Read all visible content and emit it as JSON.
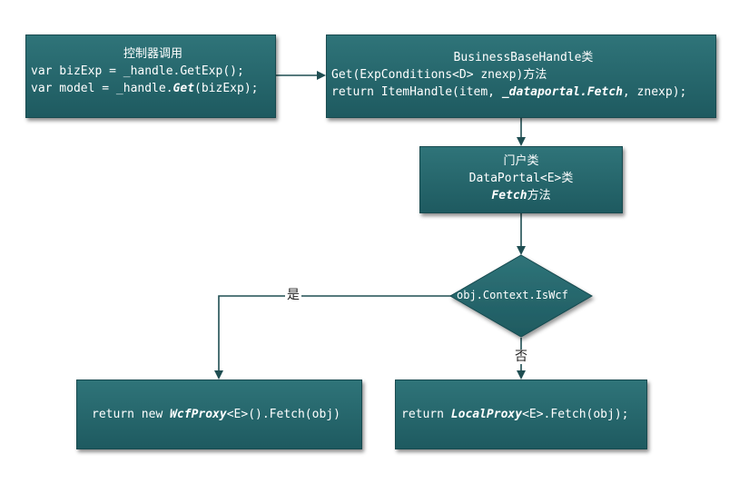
{
  "caller": {
    "title": "控制器调用",
    "line1": "var bizExp = _handle.GetExp();",
    "line2_pre": "var model = _handle.",
    "line2_em": "Get",
    "line2_post": "(bizExp);"
  },
  "business": {
    "title": "BusinessBaseHandle类",
    "line1": "Get(ExpConditions<D> znexp)方法",
    "line2_pre": "return ItemHandle(item, ",
    "line2_em": "_dataportal.Fetch",
    "line2_post": ", znexp);"
  },
  "portal": {
    "line1": "门户类",
    "line2": "DataPortal<E>类",
    "line3_em": "Fetch",
    "line3_post": "方法"
  },
  "decision": {
    "text": "obj.Context.IsWcf",
    "yes_label": "是",
    "no_label": "否"
  },
  "wcf": {
    "pre": "return new ",
    "em": "WcfProxy",
    "post": "<E>().Fetch(obj)"
  },
  "local": {
    "pre": "return ",
    "em": "LocalProxy",
    "post": "<E>.Fetch(obj);"
  },
  "colors": {
    "box_fill": "#256268",
    "box_border": "#174a4f",
    "arrow": "#1f4e52",
    "text": "#ffffff"
  }
}
